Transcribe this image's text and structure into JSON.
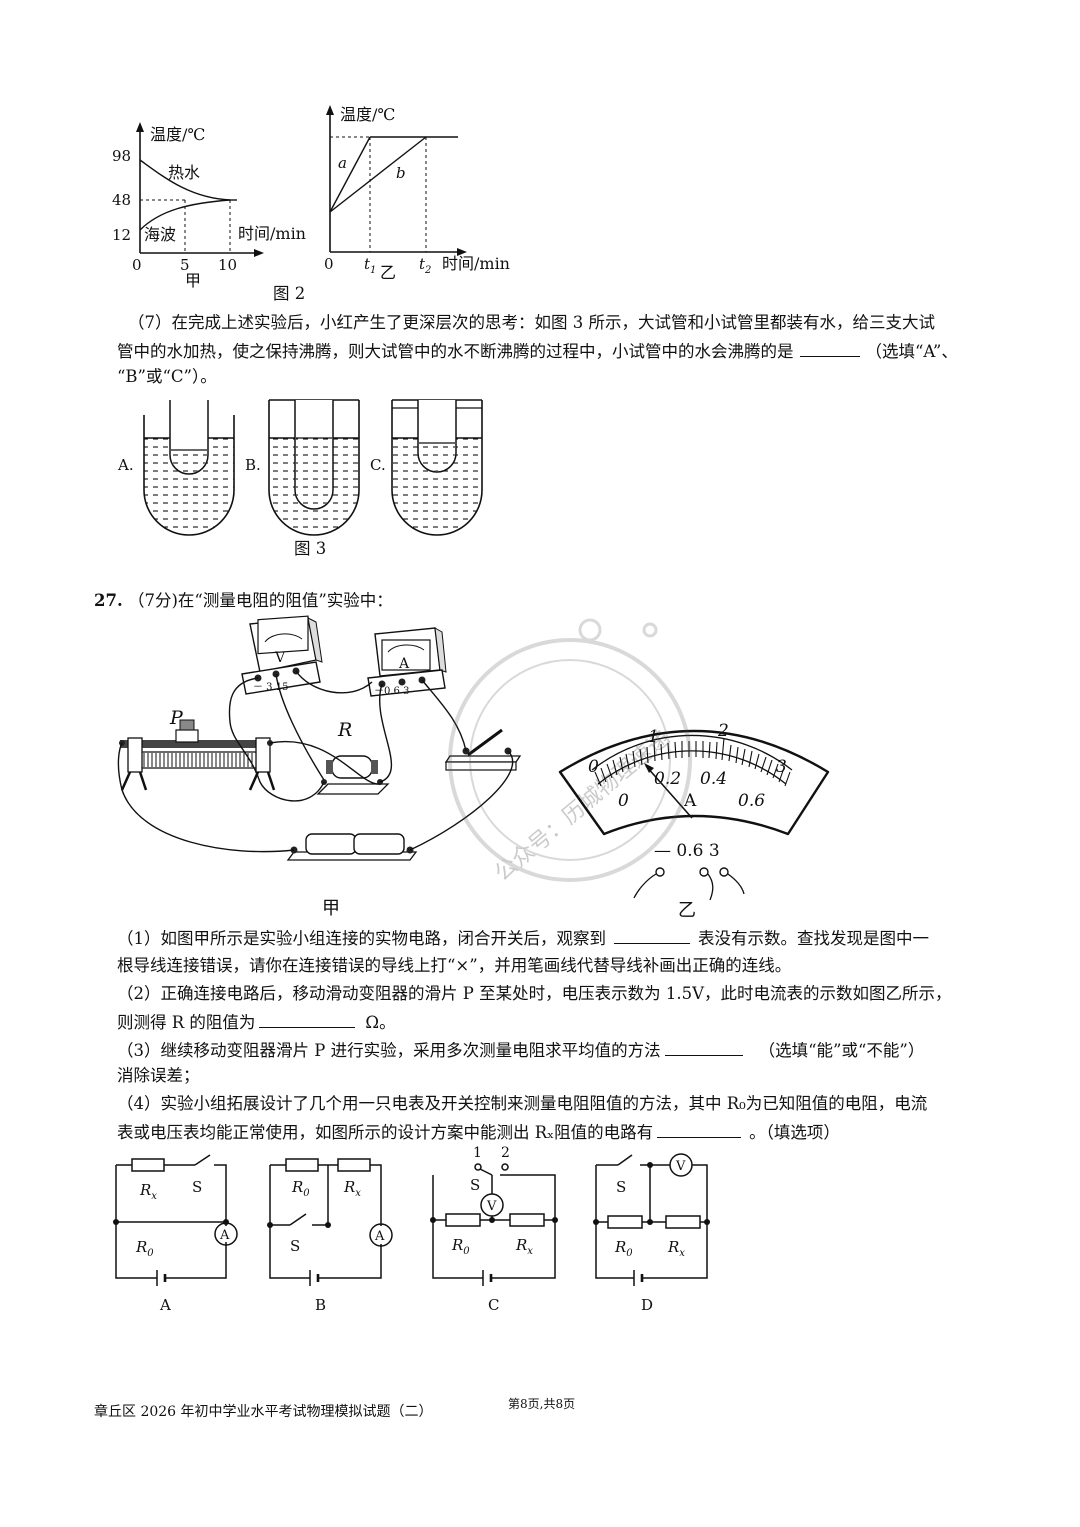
{
  "fig2": {
    "jia": {
      "ylabel": "温度/℃",
      "xlabel": "时间/min",
      "y_ticks": [
        "98",
        "48",
        "12"
      ],
      "x_ticks": [
        "0",
        "5",
        "10"
      ],
      "curve_hot": "热水",
      "curve_hypo": "海波",
      "sub": "甲"
    },
    "yi": {
      "ylabel": "温度/℃",
      "xlabel": "时间/min",
      "origin": "0",
      "t1": "t",
      "t1_sub": "1",
      "t2": "t",
      "t2_sub": "2",
      "line_a": "a",
      "line_b": "b",
      "sub": "乙"
    },
    "caption": "图 2"
  },
  "q7": {
    "line1": "（7）在完成上述实验后，小红产生了更深层次的思考：如图 3 所示，大试管和小试管里都装有水，给三支大试",
    "line2_pre": "管中的水加热，使之保持沸腾，则大试管中的水不断沸腾的过程中，小试管中的水会沸腾的是",
    "line2_post": "（选填“A”、",
    "line3": "“B”或“C”）。"
  },
  "fig3": {
    "labels": [
      "A.",
      "B.",
      "C."
    ],
    "caption": "图 3"
  },
  "q27": {
    "number": "27.",
    "head": "（7分)在“测量电阻的阻值”实验中：",
    "fig_jia": {
      "P": "P",
      "R": "R",
      "V": "V",
      "A": "A",
      "v_terms": "－ 3 15",
      "a_terms": "－0.6 3",
      "caption": "甲"
    },
    "fig_yi": {
      "upper": [
        "0",
        "1",
        "2",
        "3"
      ],
      "lower": [
        "0",
        "0.2",
        "0.4",
        "0.6"
      ],
      "unit": "A",
      "terms": "— 0.6  3",
      "caption": "乙"
    },
    "p1_a": "（1）如图甲所示是实验小组连接的实物电路，闭合开关后，观察到",
    "p1_b": "表没有示数。查找发现是图中一",
    "p1_c": "根导线连接错误，请你在连接错误的导线上打“×”，并用笔画线代替导线补画出正确的连线。",
    "p2_a": "（2）正确连接电路后，移动滑动变阻器的滑片 P 至某处时，电压表示数为 1.5V，此时电流表的示数如图乙所示，",
    "p2_b": "则测得 R 的阻值为",
    "p2_c": "Ω。",
    "p3_a": "（3）继续移动变阻器滑片 P 进行实验，采用多次测量电阻求平均值的方法",
    "p3_b": "（选填“能”或“不能”）",
    "p3_c": "消除误差；",
    "p4_a": "（4）实验小组拓展设计了几个用一只电表及开关控制来测量电阻阻值的方法，其中 R₀为已知阻值的电阻，电流",
    "p4_b": "表或电压表均能正常使用，如图所示的设计方案中能测出 Rₓ阻值的电路有",
    "p4_c": "。（填选项）"
  },
  "circuits": {
    "labels": [
      "A",
      "B",
      "C",
      "D"
    ],
    "Rx": "R",
    "Rx_sub": "x",
    "R0": "R",
    "R0_sub": "0",
    "S": "S",
    "A_meter": "A",
    "V_meter": "V",
    "sw_pos": [
      "1",
      "2"
    ]
  },
  "watermark": "公众号：历城物理速递",
  "footer": {
    "left": "章丘区 2026 年初中学业水平考试物理模拟试题（二）",
    "page": "第8页,共8页"
  }
}
